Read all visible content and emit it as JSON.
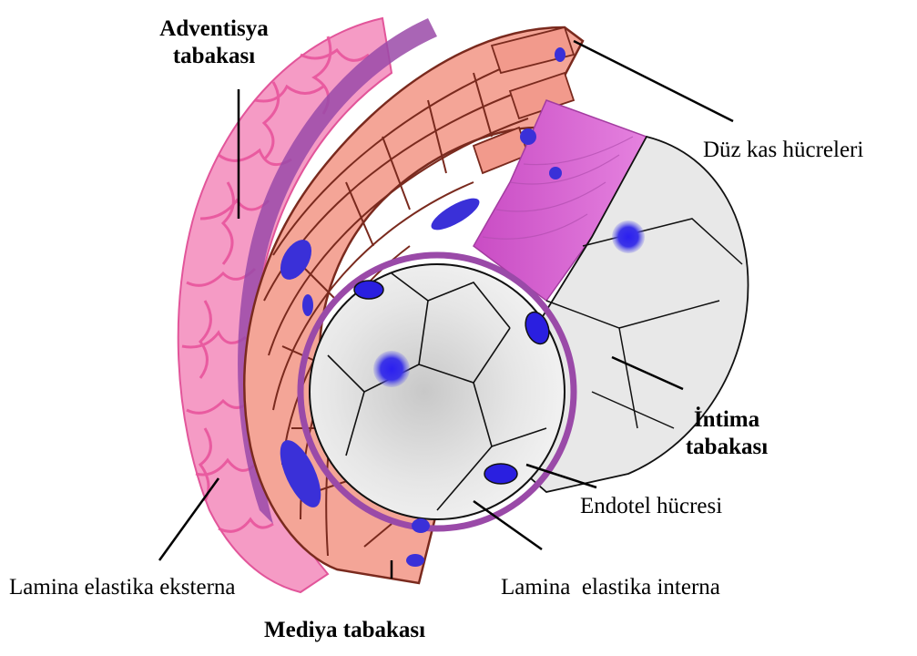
{
  "labels": {
    "adventisya_line1": "Adventisya",
    "adventisya_line2": "tabakası",
    "duz_kas": "Düz kas hücreleri",
    "intima_line1": "İntima",
    "intima_line2": "tabakası",
    "endotel": "Endotel hücresi",
    "lamina_eksterna": "Lamina elastika eksterna",
    "lamina_interna": "Lamina  elastika interna",
    "mediya": "Mediya tabakası"
  },
  "colors": {
    "adventitia": "#f06aa6",
    "adventitia_dark": "#9a4aa8",
    "media": "#f4a597",
    "media_line": "#7a2a1e",
    "nucleus": "#2a1fe0",
    "intima_cell": "#e3e3e3",
    "muscle_band": "#d66ad0"
  }
}
